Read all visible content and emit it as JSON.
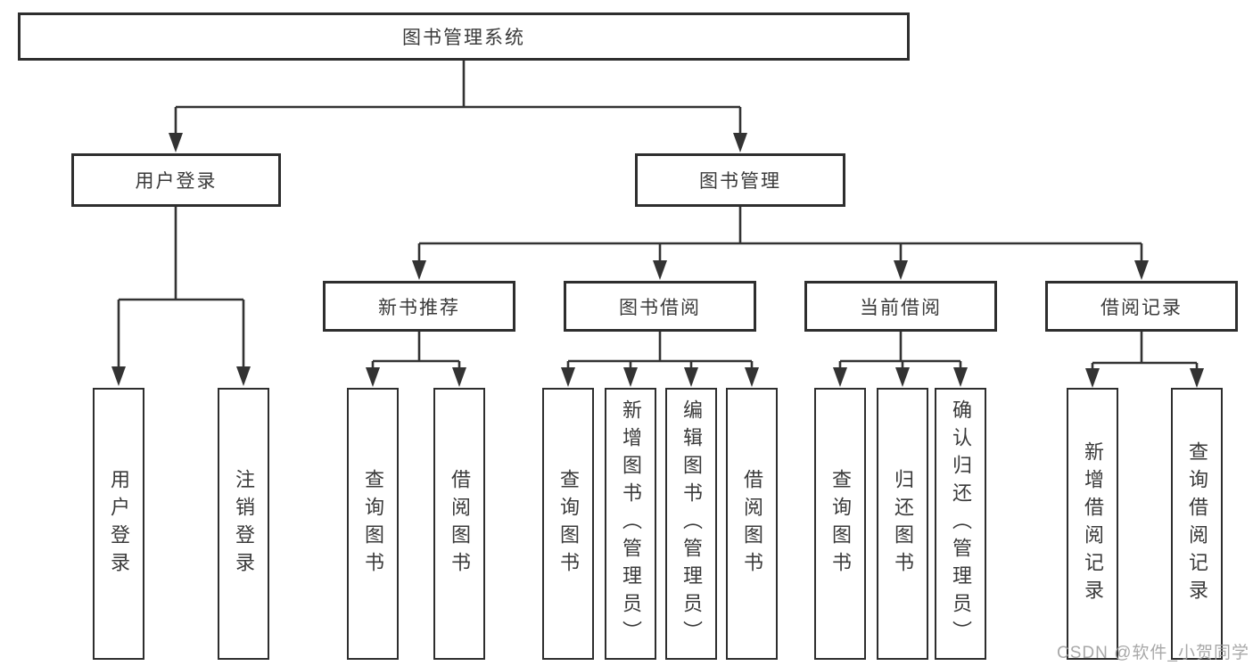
{
  "colors": {
    "line": "#333333",
    "box_border": "#2e2e2e",
    "text": "#3a3a3a",
    "watermark": "#9f9f9f",
    "background": "#ffffff"
  },
  "nodes": {
    "root": {
      "label": "图书管理系统"
    },
    "user_login": {
      "label": "用户登录"
    },
    "book_mgmt": {
      "label": "图书管理"
    },
    "new_book_rec": {
      "label": "新书推荐"
    },
    "book_borrow": {
      "label": "图书借阅"
    },
    "current_borrow": {
      "label": "当前借阅"
    },
    "borrow_records": {
      "label": "借阅记录"
    },
    "ul_login": {
      "label": "用户登录"
    },
    "ul_logout": {
      "label": "注销登录"
    },
    "nb_query": {
      "label": "查询图书"
    },
    "nb_borrow": {
      "label": "借阅图书"
    },
    "bb_query": {
      "label": "查询图书"
    },
    "bb_add": {
      "label": "新增图书（管理员）"
    },
    "bb_edit": {
      "label": "编辑图书（管理员）"
    },
    "bb_borrow": {
      "label": "借阅图书"
    },
    "cb_query": {
      "label": "查询图书"
    },
    "cb_return": {
      "label": "归还图书"
    },
    "cb_confirm": {
      "label": "确认归还（管理员）"
    },
    "br_add": {
      "label": "新增借阅记录"
    },
    "br_query": {
      "label": "查询借阅记录"
    }
  },
  "hierarchy": {
    "root": "图书管理系统",
    "children": [
      {
        "label": "用户登录",
        "children": [
          "用户登录",
          "注销登录"
        ]
      },
      {
        "label": "图书管理",
        "children": [
          {
            "label": "新书推荐",
            "children": [
              "查询图书",
              "借阅图书"
            ]
          },
          {
            "label": "图书借阅",
            "children": [
              "查询图书",
              "新增图书（管理员）",
              "编辑图书（管理员）",
              "借阅图书"
            ]
          },
          {
            "label": "当前借阅",
            "children": [
              "查询图书",
              "归还图书",
              "确认归还（管理员）"
            ]
          },
          {
            "label": "借阅记录",
            "children": [
              "新增借阅记录",
              "查询借阅记录"
            ]
          }
        ]
      }
    ]
  },
  "watermark": {
    "text": "CSDN @软件_小贺同学"
  }
}
